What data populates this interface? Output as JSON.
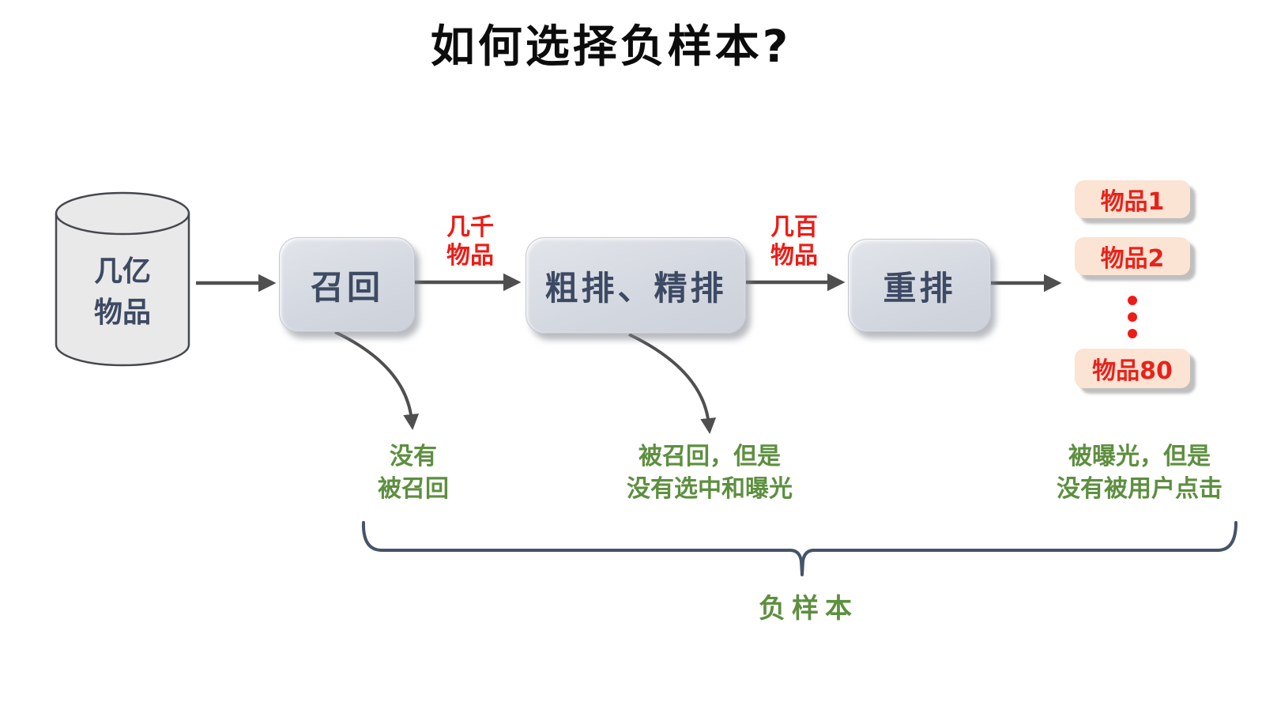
{
  "title": "如何选择负样本?",
  "source": {
    "line1": "几亿",
    "line2": "物品"
  },
  "stages": {
    "recall": "召回",
    "ranking": "粗排、精排",
    "rerank": "重排"
  },
  "edge_labels": {
    "after_recall": {
      "line1": "几千",
      "line2": "物品"
    },
    "after_ranking": {
      "line1": "几百",
      "line2": "物品"
    }
  },
  "results": {
    "item1": "物品1",
    "item2": "物品2",
    "item_last": "物品80"
  },
  "notes": {
    "not_recalled": {
      "line1": "没有",
      "line2": "被召回"
    },
    "recalled_not_selected": {
      "line1": "被召回，但是",
      "line2": "没有选中和曝光"
    },
    "exposed_not_clicked": {
      "line1": "被曝光，但是",
      "line2": "没有被用户点击"
    }
  },
  "brace_label": "负样本",
  "colors": {
    "stage_text": "#3d4a63",
    "stage_fill": "#d4d8e0",
    "cylinder_fill": "#e9e9e9",
    "edge_label_red": "#ee1c16",
    "item_fill": "#fbe4d4",
    "item_text": "#e8221b",
    "note_green": "#5d8f3f",
    "arrow_gray": "#4f4f4f",
    "brace_blue": "#44546a"
  }
}
